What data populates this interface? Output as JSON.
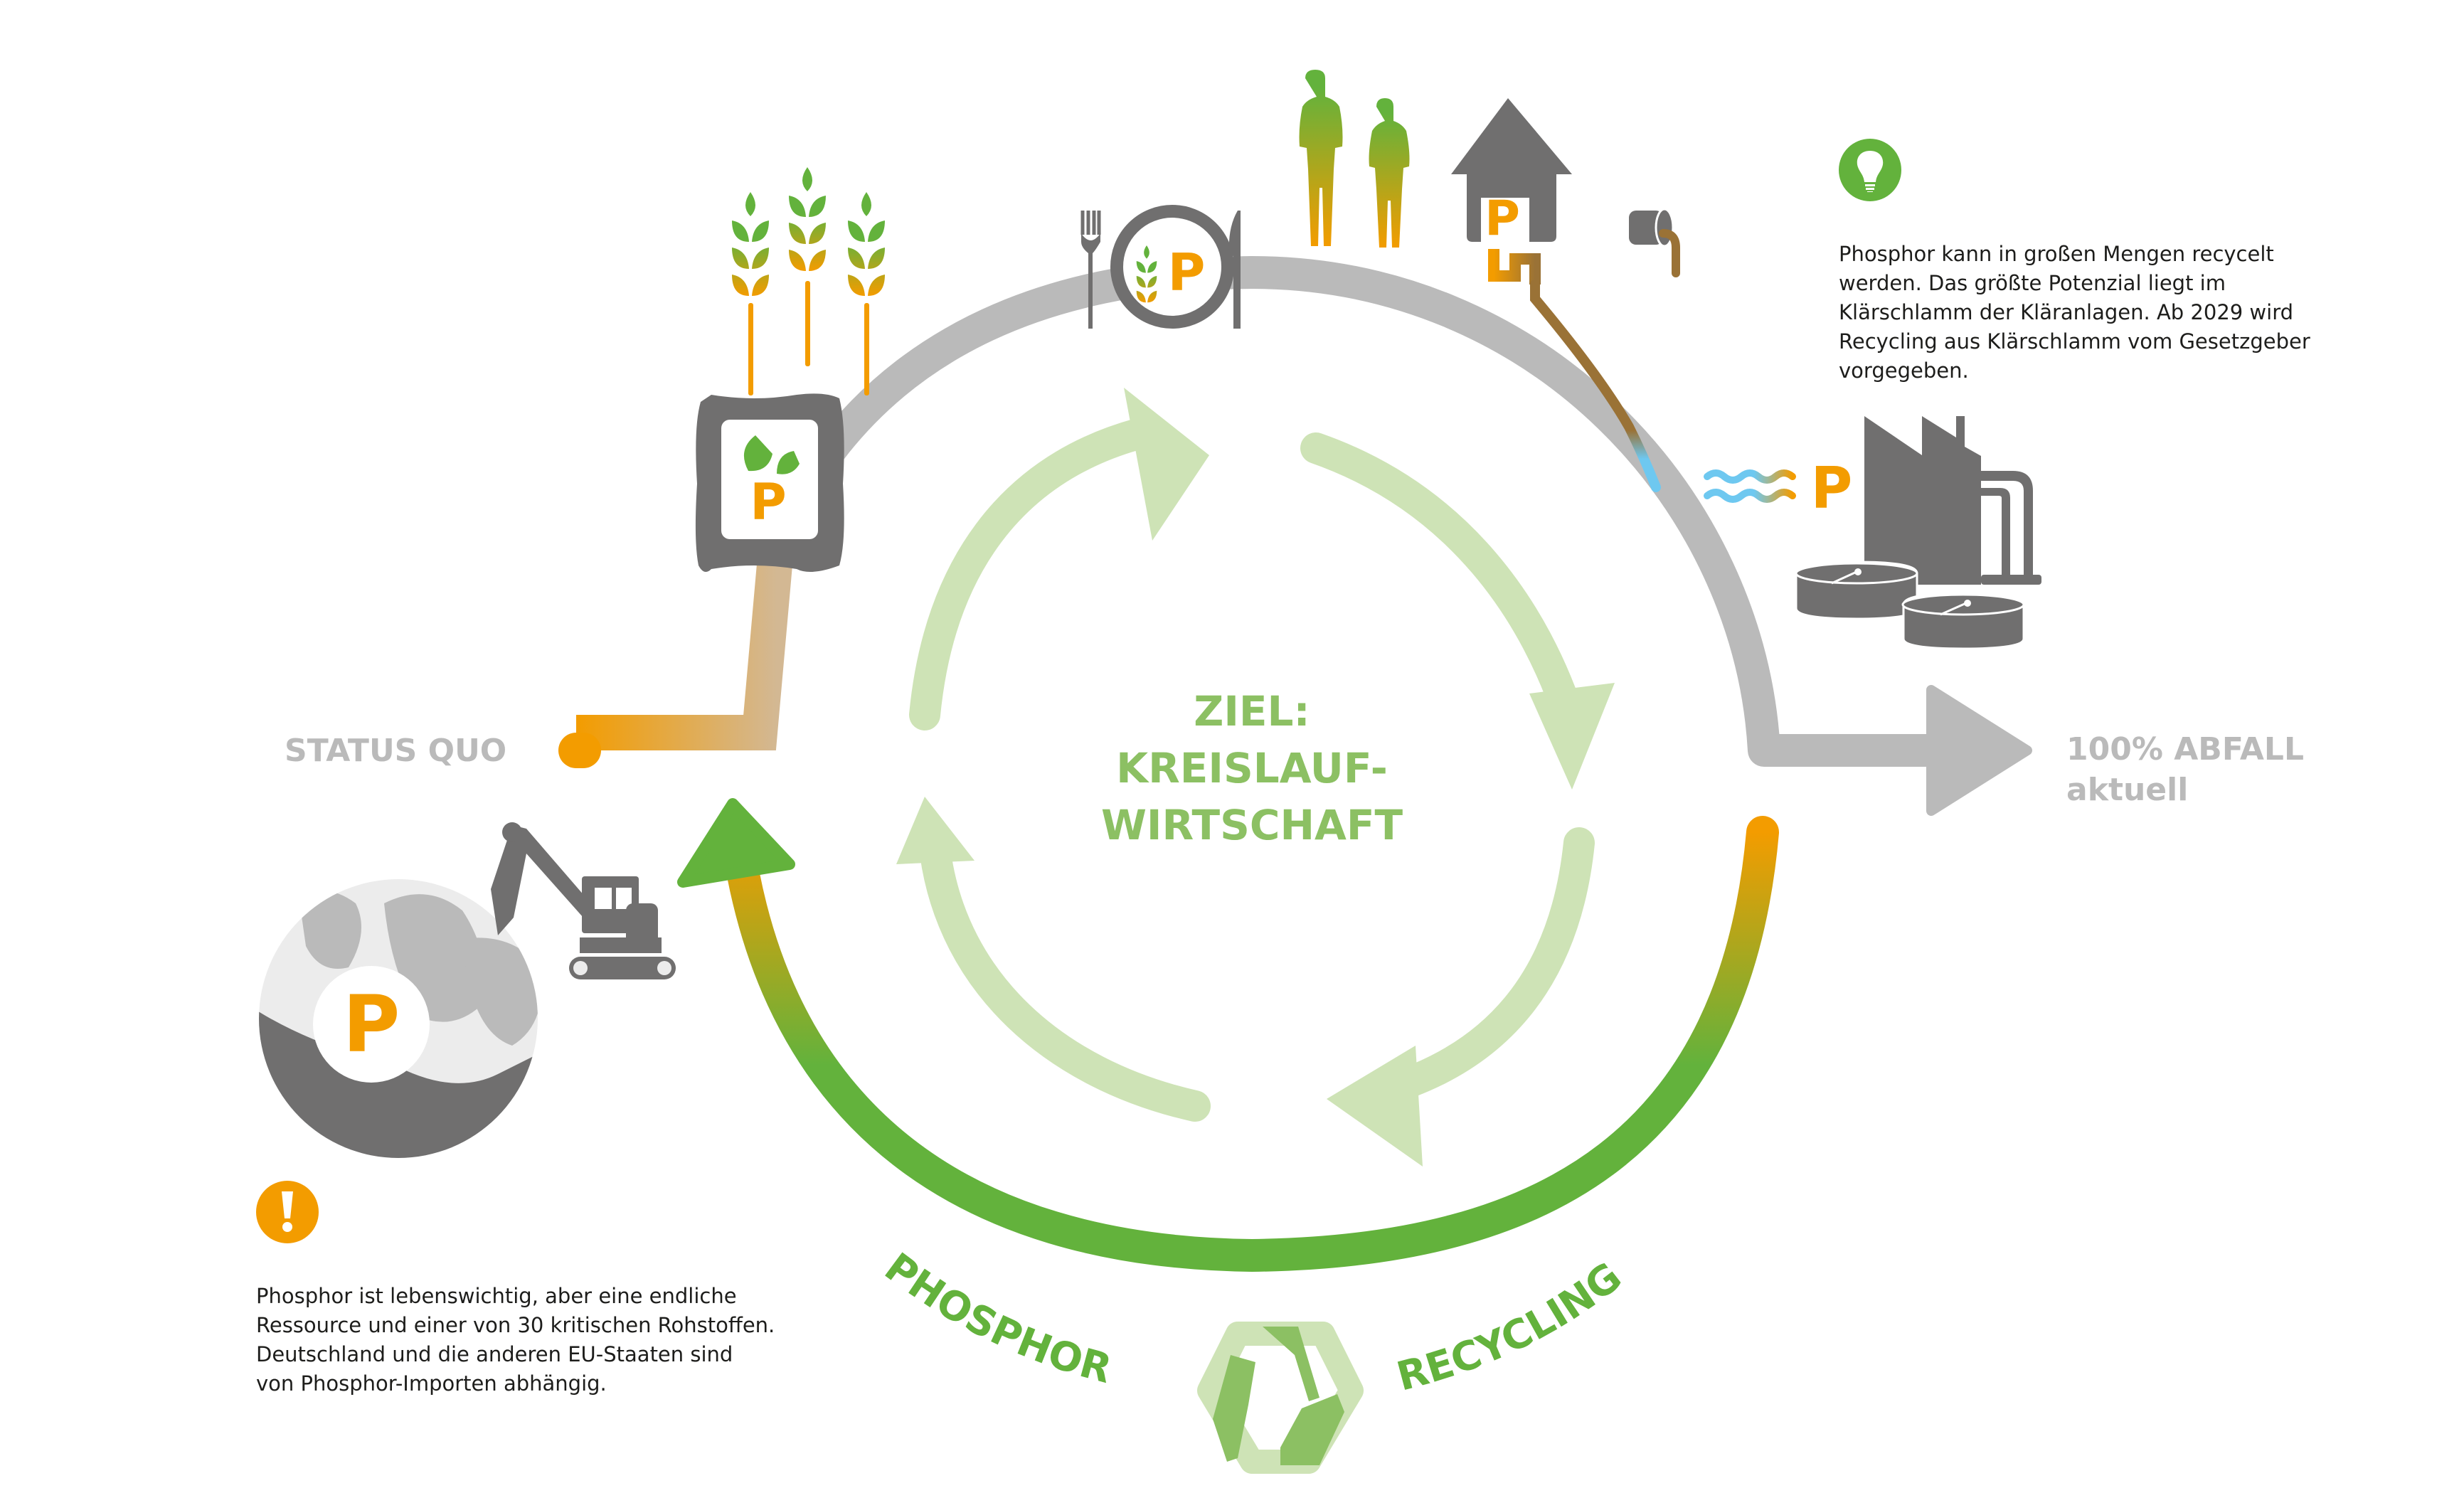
{
  "title": {
    "line1": "ZIEL:",
    "line2": "KREISLAUF-",
    "line3": "WIRTSCHAFT"
  },
  "labels": {
    "status_quo": "STATUS QUO",
    "waste_main": "100% ABFALL",
    "waste_sub": "aktuell",
    "recycling_left": "PHOSPHOR",
    "recycling_right": "RECYCLING"
  },
  "p_symbol": "P",
  "info_recycling": {
    "icon": "lightbulb-icon",
    "text": "Phosphor kann in großen Mengen recycelt\nwerden. Das größte Potenzial liegt im\nKlärschlamm der Kläranlagen. Ab 2029 wird\nRecycling aus Klärschlamm vom Gesetzgeber\nvorgegeben."
  },
  "info_resource": {
    "icon": "exclamation-icon",
    "text": "Phosphor ist lebenswichtig, aber eine endliche\nRessource und einer von 30 kritischen Rohstoffen.\nDeutschland und die anderen EU-Staaten sind\nvon Phosphor-Importen abhängig."
  },
  "stages": [
    {
      "id": "mining",
      "icon": "globe-excavator-icon"
    },
    {
      "id": "fertilizer",
      "icon": "fertilizer-sack-icon"
    },
    {
      "id": "crops",
      "icon": "wheat-icon"
    },
    {
      "id": "food",
      "icon": "plate-cutlery-icon"
    },
    {
      "id": "people",
      "icon": "people-icon"
    },
    {
      "id": "household",
      "icon": "house-icon"
    },
    {
      "id": "wastewater",
      "icon": "drain-pipe-icon"
    },
    {
      "id": "treatment-plant",
      "icon": "sewage-plant-icon"
    }
  ],
  "colors": {
    "orange": "#f39c00",
    "gray_flow": "#bababa",
    "dark_gray": "#706f6f",
    "green": "#63b23c",
    "light_green": "#cee3b6",
    "title_green": "#8cc063",
    "water_blue": "#6ec8f0",
    "sludge_brown": "#9a7236"
  }
}
